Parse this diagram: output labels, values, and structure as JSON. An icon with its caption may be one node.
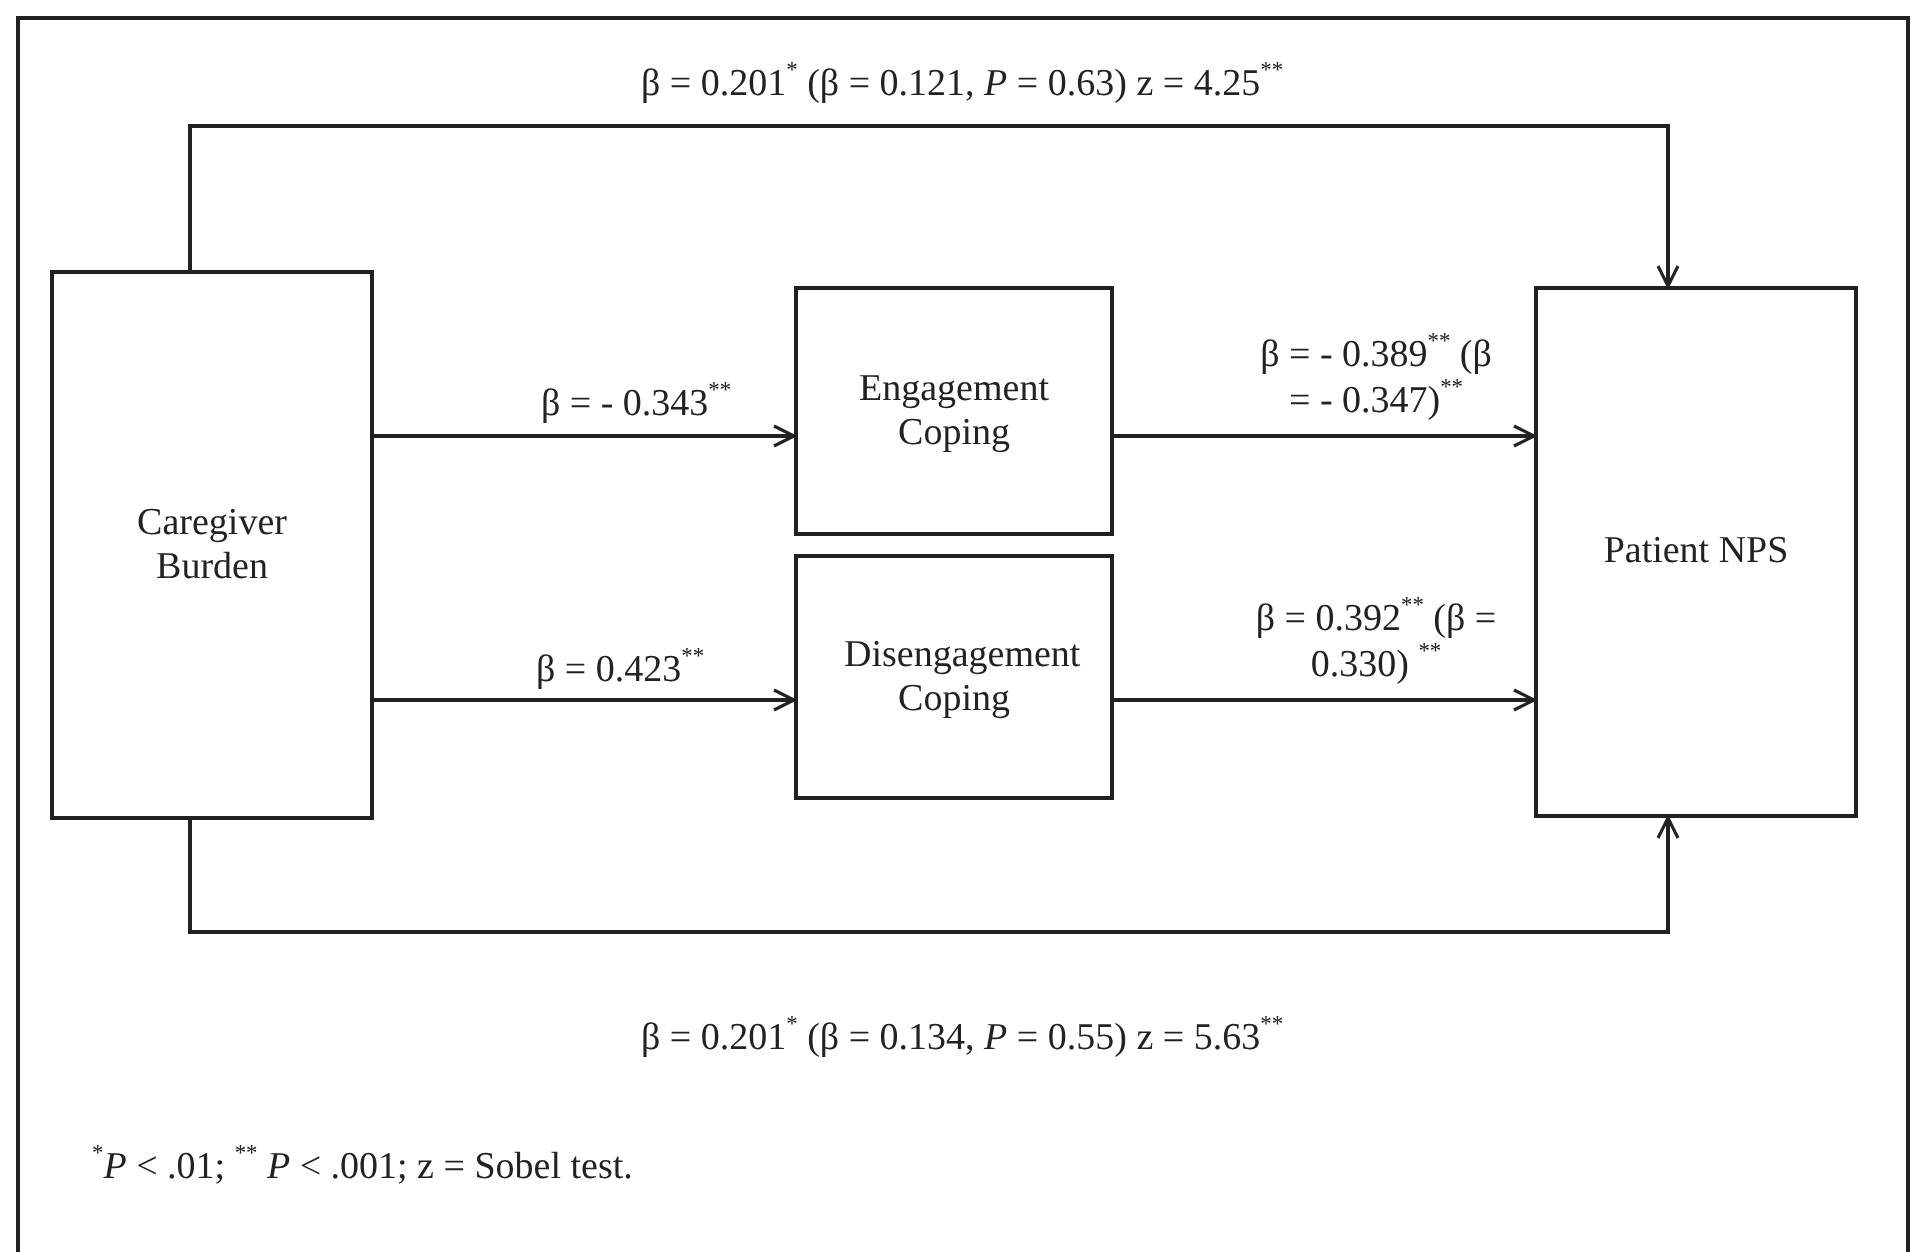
{
  "diagram": {
    "nodes": [
      {
        "text": [
          "Caregiver Burden"
        ]
      },
      {
        "text": [
          "Engagement Coping"
        ]
      },
      {
        "text": [
          "Disengagement Coping"
        ]
      },
      {
        "text": [
          "Patient NPS"
        ]
      }
    ],
    "edges": [
      {
        "from": 0,
        "to": 3,
        "arrow": "to",
        "label": "β = 0.201$^{*}$ (β = 0.121, *P* = 0.63) z = 4.25$^{**}$"
      },
      {
        "from": 0,
        "to": 1,
        "arrow": "to",
        "label": "β = - 0.343$^{**}$"
      },
      {
        "from": 0,
        "to": 2,
        "arrow": "to",
        "label": "β = 0.423$^{**}$"
      },
      {
        "from": 1,
        "to": 3,
        "arrow": "to",
        "label": "β = - 0.389$^{**}$ (β = - 0.347)$^{**}$"
      },
      {
        "from": 2,
        "to": 3,
        "arrow": "to",
        "label": "β = 0.392$^{**}$ (β = 0.330) $^{**}$"
      },
      {
        "from": 0,
        "to": 3,
        "arrow": "to",
        "label": "β = 0.201$^{*}$ (β = 0.134, *P* = 0.55) z = 5.63$^{**}$"
      }
    ],
    "labels": [
      "$^{*}$*P* < .01; $^{**}$ *P* < .001; z = Sobel test."
    ]
  }
}
